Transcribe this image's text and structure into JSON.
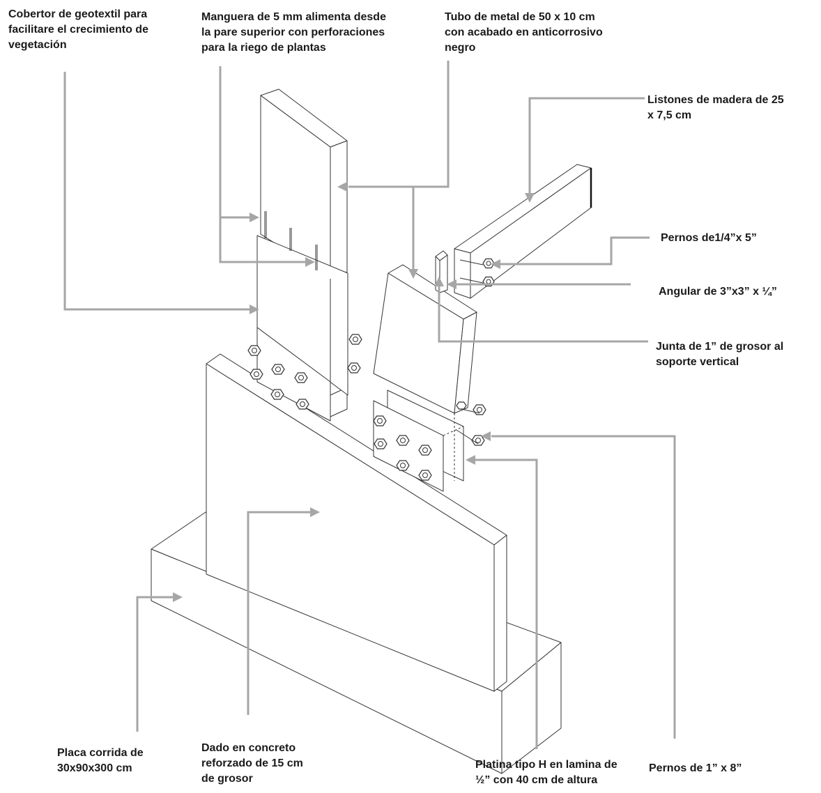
{
  "callouts": {
    "geotextil": "Cobertor de geotextil para\nfacilitare el crecimiento de\nvegetación",
    "manguera": "Manguera de 5 mm alimenta desde\nla pare superior con perforaciones\npara la riego de plantas",
    "tubo": "Tubo de metal de 50 x 10 cm\ncon acabado en anticorrosivo\nnegro",
    "listones": "Listones de madera de 25\nx 7,5 cm",
    "pernos_small": "Pernos de1/4”x 5”",
    "angular": "Angular de 3”x3” x ¼”",
    "junta": "Junta de 1” de grosor al\nsoporte vertical",
    "placa": "Placa corrida de\n30x90x300 cm",
    "dado": "Dado en concreto\nreforzado de 15 cm\nde grosor",
    "platina": "Platina tipo H en lamina de\n½” con 40 cm de altura",
    "pernos_large": "Pernos de 1” x 8”"
  },
  "colors": {
    "leader": "#a6a6a6",
    "linework": "#333333",
    "text": "#1a1a1a"
  }
}
